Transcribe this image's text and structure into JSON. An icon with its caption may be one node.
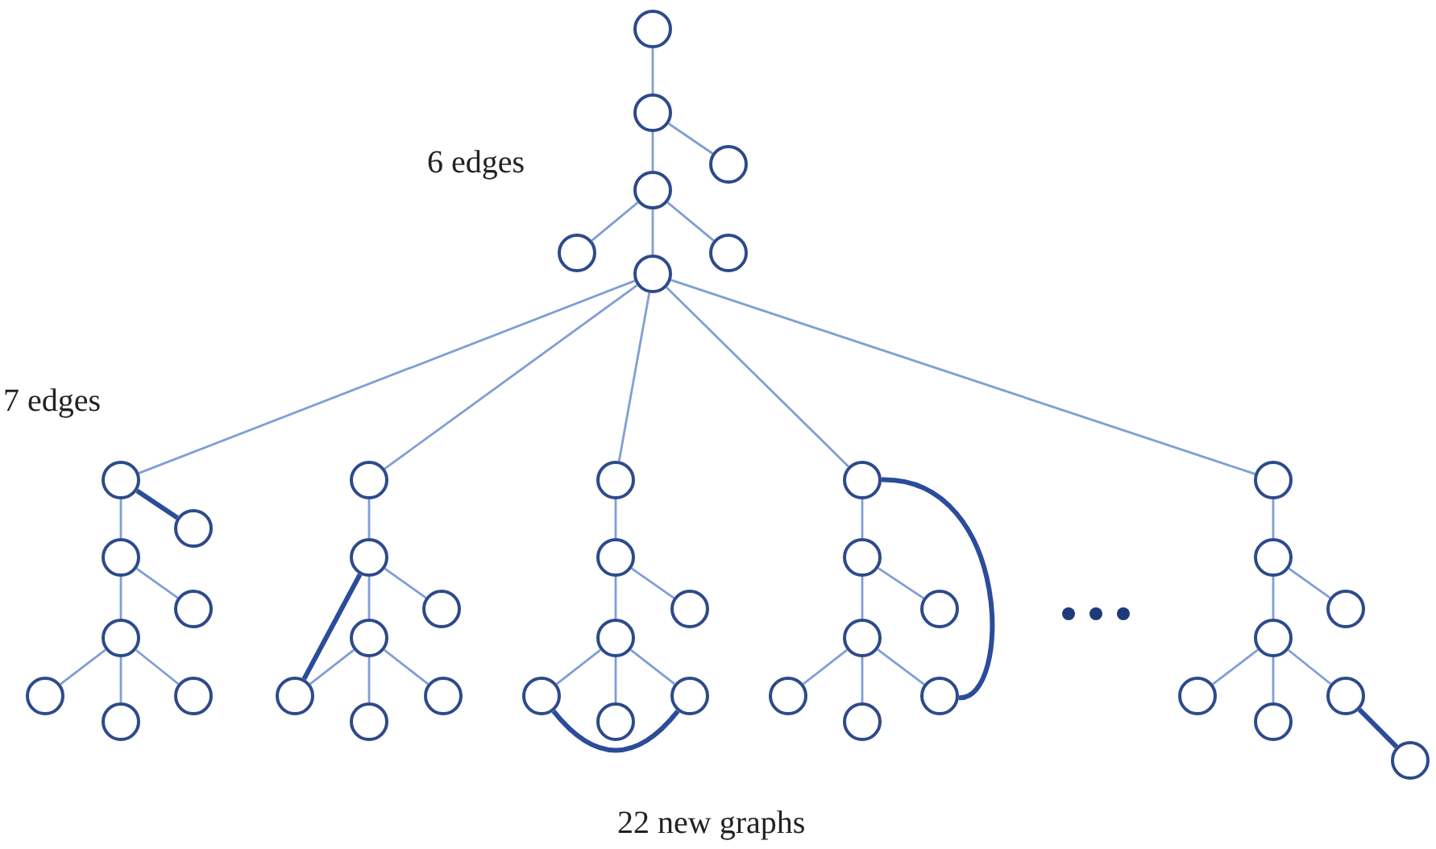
{
  "diagram": {
    "nodes": [
      {
        "text": [],
        "shape": "circle"
      },
      {
        "text": [],
        "shape": "circle"
      },
      {
        "text": [],
        "shape": "circle"
      },
      {
        "text": [],
        "shape": "circle"
      },
      {
        "text": [],
        "shape": "circle"
      },
      {
        "text": [],
        "shape": "circle"
      },
      {
        "text": [],
        "shape": "circle"
      },
      {
        "text": [],
        "shape": "circle"
      },
      {
        "text": [],
        "shape": "circle"
      },
      {
        "text": [],
        "shape": "circle"
      },
      {
        "text": [],
        "shape": "circle"
      },
      {
        "text": [],
        "shape": "circle"
      },
      {
        "text": [],
        "shape": "circle"
      },
      {
        "text": [],
        "shape": "circle"
      },
      {
        "text": [],
        "shape": "circle"
      },
      {
        "text": [],
        "shape": "circle"
      },
      {
        "text": [],
        "shape": "circle"
      },
      {
        "text": [],
        "shape": "circle"
      },
      {
        "text": [],
        "shape": "circle"
      },
      {
        "text": [],
        "shape": "circle"
      },
      {
        "text": [],
        "shape": "circle"
      },
      {
        "text": [],
        "shape": "circle"
      },
      {
        "text": [],
        "shape": "circle"
      },
      {
        "text": [],
        "shape": "circle"
      },
      {
        "text": [],
        "shape": "circle"
      },
      {
        "text": [],
        "shape": "circle"
      },
      {
        "text": [],
        "shape": "circle"
      },
      {
        "text": [],
        "shape": "circle"
      },
      {
        "text": [],
        "shape": "circle"
      },
      {
        "text": [],
        "shape": "circle"
      },
      {
        "text": [],
        "shape": "circle"
      },
      {
        "text": [],
        "shape": "circle"
      },
      {
        "text": [],
        "shape": "circle"
      },
      {
        "text": [],
        "shape": "circle"
      },
      {
        "text": [],
        "shape": "circle"
      },
      {
        "text": [],
        "shape": "circle"
      },
      {
        "text": [],
        "shape": "circle"
      },
      {
        "text": [],
        "shape": "circle"
      },
      {
        "text": [],
        "shape": "circle"
      },
      {
        "text": [],
        "shape": "circle"
      },
      {
        "text": [],
        "shape": "circle"
      },
      {
        "text": [],
        "shape": "circle"
      },
      {
        "text": [],
        "shape": "circle"
      },
      {
        "text": [],
        "shape": "circle"
      }
    ],
    "edges": [
      {
        "from": 0,
        "to": 1,
        "arrow": "none"
      },
      {
        "from": 1,
        "to": 2,
        "arrow": "none"
      },
      {
        "from": 1,
        "to": 3,
        "arrow": "none"
      },
      {
        "from": 3,
        "to": 4,
        "arrow": "none"
      },
      {
        "from": 3,
        "to": 5,
        "arrow": "none"
      },
      {
        "from": 3,
        "to": 6,
        "arrow": "none"
      },
      {
        "from": 5,
        "to": 7,
        "arrow": "none"
      },
      {
        "from": 5,
        "to": 15,
        "arrow": "none"
      },
      {
        "from": 5,
        "to": 22,
        "arrow": "none"
      },
      {
        "from": 5,
        "to": 29,
        "arrow": "none"
      },
      {
        "from": 5,
        "to": 36,
        "arrow": "none"
      },
      {
        "from": 7,
        "to": 9,
        "arrow": "none"
      },
      {
        "from": 7,
        "to": 8,
        "arrow": "none",
        "style": "thick",
        "color": "#2b4c9b"
      },
      {
        "from": 9,
        "to": 10,
        "arrow": "none"
      },
      {
        "from": 9,
        "to": 11,
        "arrow": "none"
      },
      {
        "from": 11,
        "to": 12,
        "arrow": "none"
      },
      {
        "from": 11,
        "to": 13,
        "arrow": "none"
      },
      {
        "from": 11,
        "to": 14,
        "arrow": "none"
      },
      {
        "from": 15,
        "to": 16,
        "arrow": "none"
      },
      {
        "from": 16,
        "to": 17,
        "arrow": "none"
      },
      {
        "from": 16,
        "to": 18,
        "arrow": "none"
      },
      {
        "from": 18,
        "to": 19,
        "arrow": "none"
      },
      {
        "from": 18,
        "to": 20,
        "arrow": "none"
      },
      {
        "from": 18,
        "to": 21,
        "arrow": "none"
      },
      {
        "from": 16,
        "to": 19,
        "arrow": "none",
        "style": "thick",
        "color": "#2b4c9b"
      },
      {
        "from": 22,
        "to": 23,
        "arrow": "none"
      },
      {
        "from": 23,
        "to": 24,
        "arrow": "none"
      },
      {
        "from": 23,
        "to": 25,
        "arrow": "none"
      },
      {
        "from": 25,
        "to": 26,
        "arrow": "none"
      },
      {
        "from": 25,
        "to": 27,
        "arrow": "none"
      },
      {
        "from": 25,
        "to": 28,
        "arrow": "none"
      },
      {
        "from": 26,
        "to": 28,
        "arrow": "none",
        "style": "thick",
        "color": "#2b4c9b"
      },
      {
        "from": 29,
        "to": 30,
        "arrow": "none"
      },
      {
        "from": 30,
        "to": 31,
        "arrow": "none"
      },
      {
        "from": 30,
        "to": 32,
        "arrow": "none"
      },
      {
        "from": 32,
        "to": 33,
        "arrow": "none"
      },
      {
        "from": 32,
        "to": 34,
        "arrow": "none"
      },
      {
        "from": 32,
        "to": 35,
        "arrow": "none"
      },
      {
        "from": 29,
        "to": 35,
        "arrow": "none",
        "style": "thick",
        "color": "#2b4c9b"
      },
      {
        "from": 36,
        "to": 37,
        "arrow": "none"
      },
      {
        "from": 37,
        "to": 38,
        "arrow": "none"
      },
      {
        "from": 37,
        "to": 39,
        "arrow": "none"
      },
      {
        "from": 39,
        "to": 40,
        "arrow": "none"
      },
      {
        "from": 39,
        "to": 41,
        "arrow": "none"
      },
      {
        "from": 39,
        "to": 42,
        "arrow": "none"
      },
      {
        "from": 42,
        "to": 43,
        "arrow": "none",
        "style": "thick",
        "color": "#2b4c9b"
      }
    ],
    "labels": [
      "6 edges",
      "7 edges",
      "22 new graphs"
    ]
  }
}
